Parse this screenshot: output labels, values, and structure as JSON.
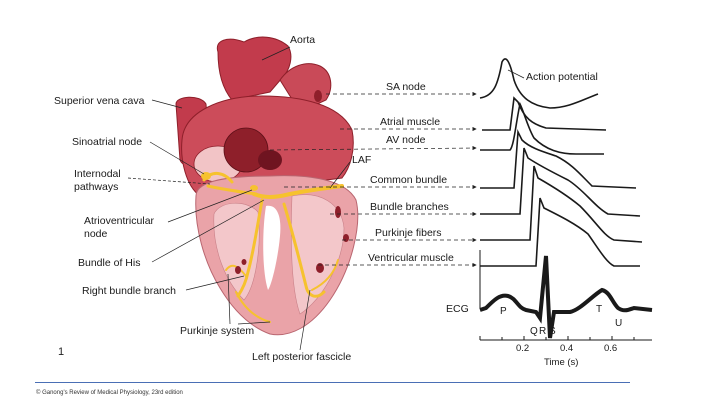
{
  "labels": {
    "aorta": "Aorta",
    "superior_vena_cava": "Superior vena cava",
    "sinoatrial_node": "Sinoatrial node",
    "internodal_pathways": [
      "Internodal",
      "pathways"
    ],
    "atrioventricular_node": [
      "Atrioventricular",
      "node"
    ],
    "bundle_of_his": "Bundle of His",
    "right_bundle_branch": "Right bundle branch",
    "purkinje_system": "Purkinje system",
    "left_posterior_fascicle": "Left posterior fascicle",
    "laf": "LAF"
  },
  "tissue_labels": [
    "SA node",
    "Atrial muscle",
    "AV node",
    "Common bundle",
    "Bundle branches",
    "Purkinje fibers",
    "Ventricular muscle"
  ],
  "action_potential_label": "Action potential",
  "ecg": {
    "label": "ECG",
    "waves": {
      "p": "P",
      "q": "Q",
      "r": "R",
      "s": "S",
      "t": "T",
      "u": "U"
    },
    "time_ticks": [
      "0.2",
      "0.4",
      "0.6"
    ],
    "axis_label": "Time (s)"
  },
  "slide_number": "1",
  "footer": "© Ganong's Review of Medical Physiology, 23rd edition",
  "colors": {
    "heart_dark": "#c23b4c",
    "heart_mid": "#d86a72",
    "heart_light": "#eaa3a8",
    "conduction": "#f6c22e",
    "node_dark": "#8e1f2a",
    "footer_rule": "#4a6fb5"
  }
}
